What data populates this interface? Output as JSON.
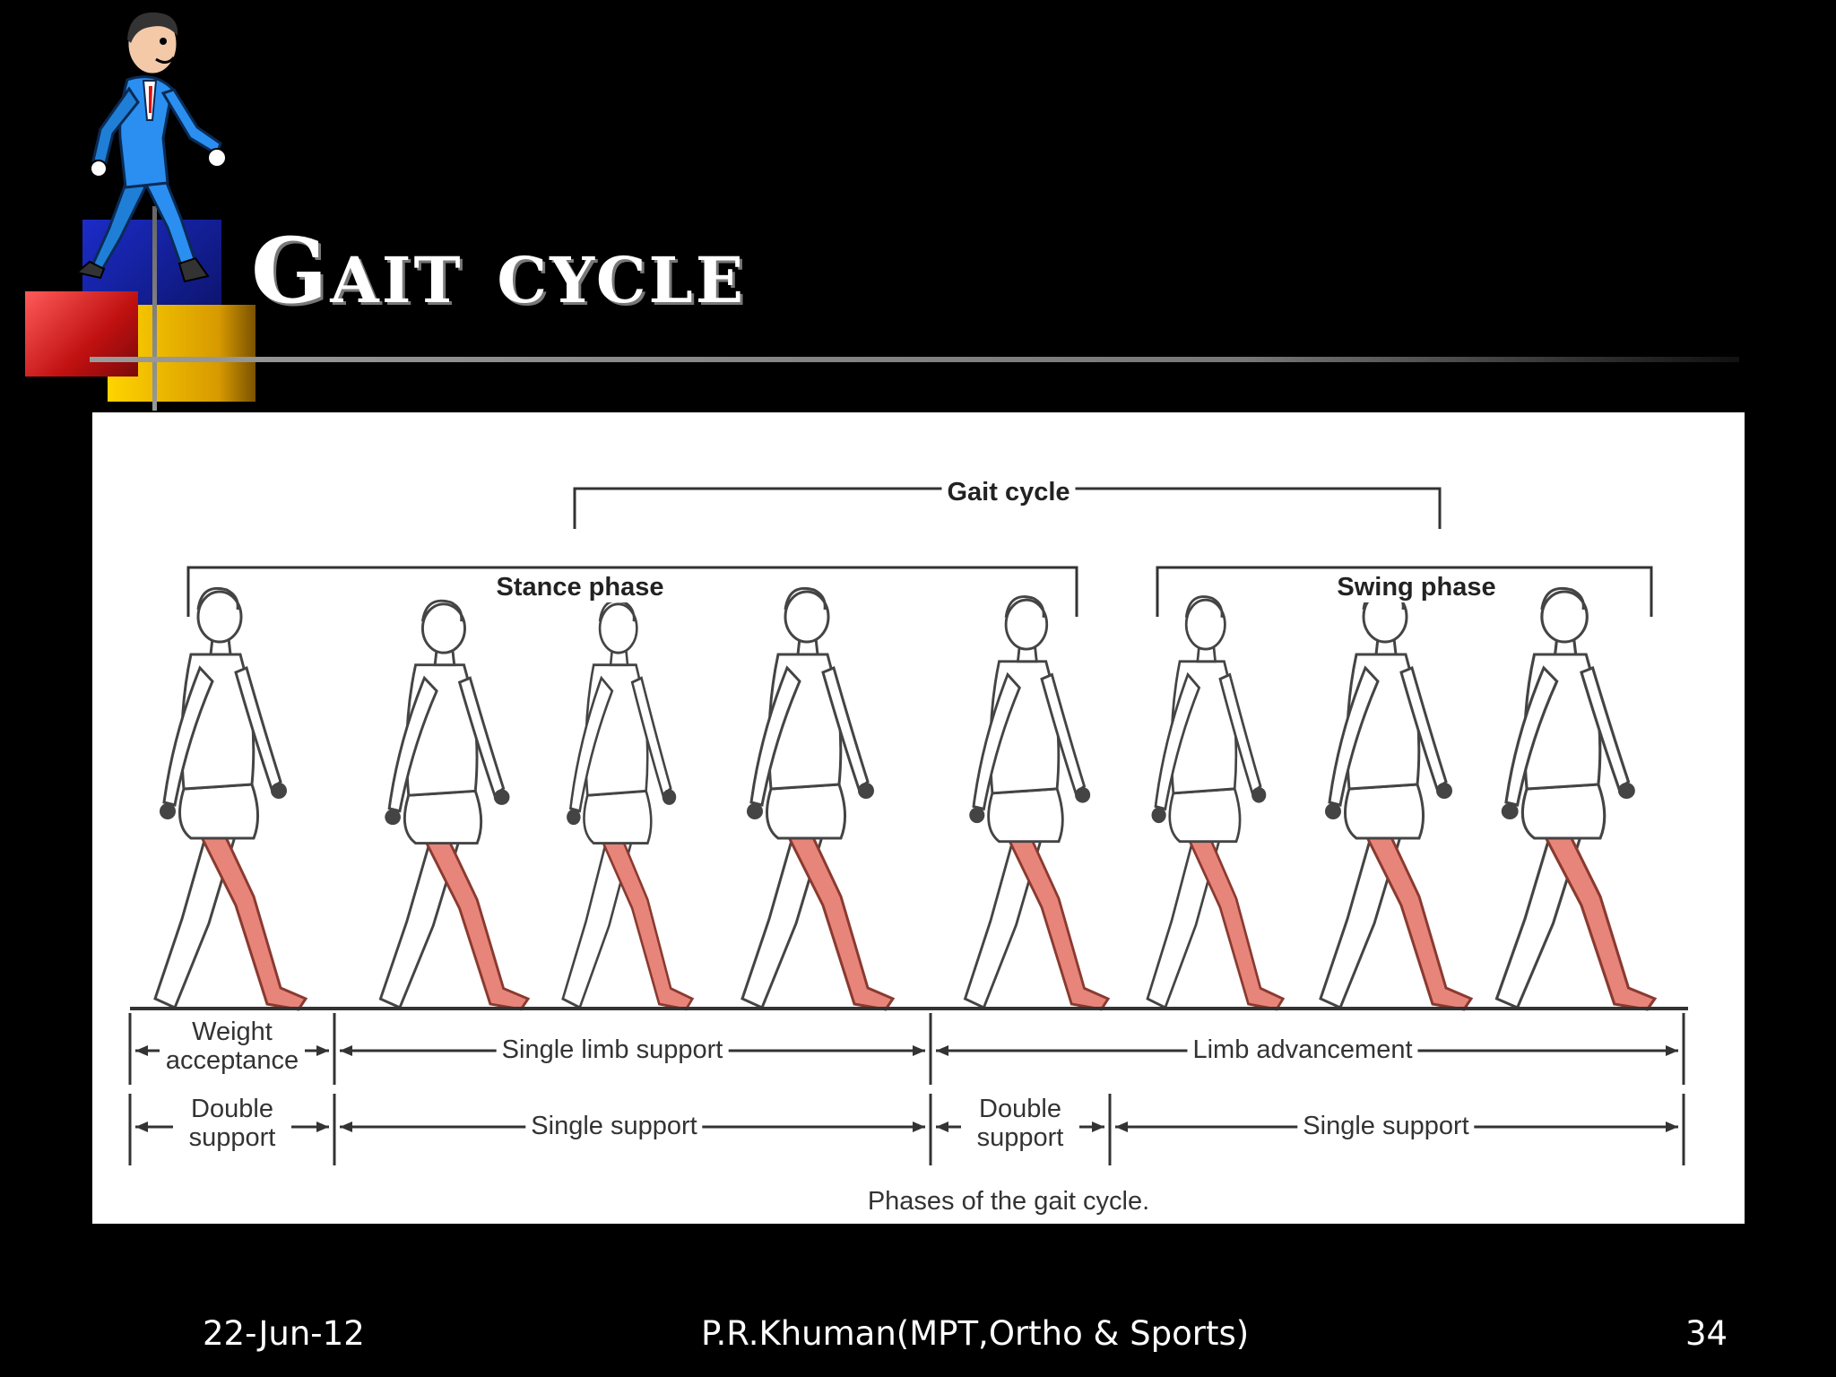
{
  "title": "Gait cycle",
  "diagram": {
    "top_label": "Gait cycle",
    "stance_label": "Stance phase",
    "swing_label": "Swing phase",
    "row1": {
      "a": "Weight acceptance",
      "b": "Single limb support",
      "c": "Limb advancement"
    },
    "row2": {
      "a": "Double support",
      "b": "Single support",
      "c": "Double support",
      "d": "Single support"
    },
    "caption": "Phases of the gait cycle."
  },
  "footer": {
    "date": "22-Jun-12",
    "author": "P.R.Khuman(MPT,Ortho & Sports)",
    "page": "34"
  },
  "colors": {
    "background": "#000000",
    "leg_highlight": "#e8857a",
    "title": "#ffffff"
  }
}
